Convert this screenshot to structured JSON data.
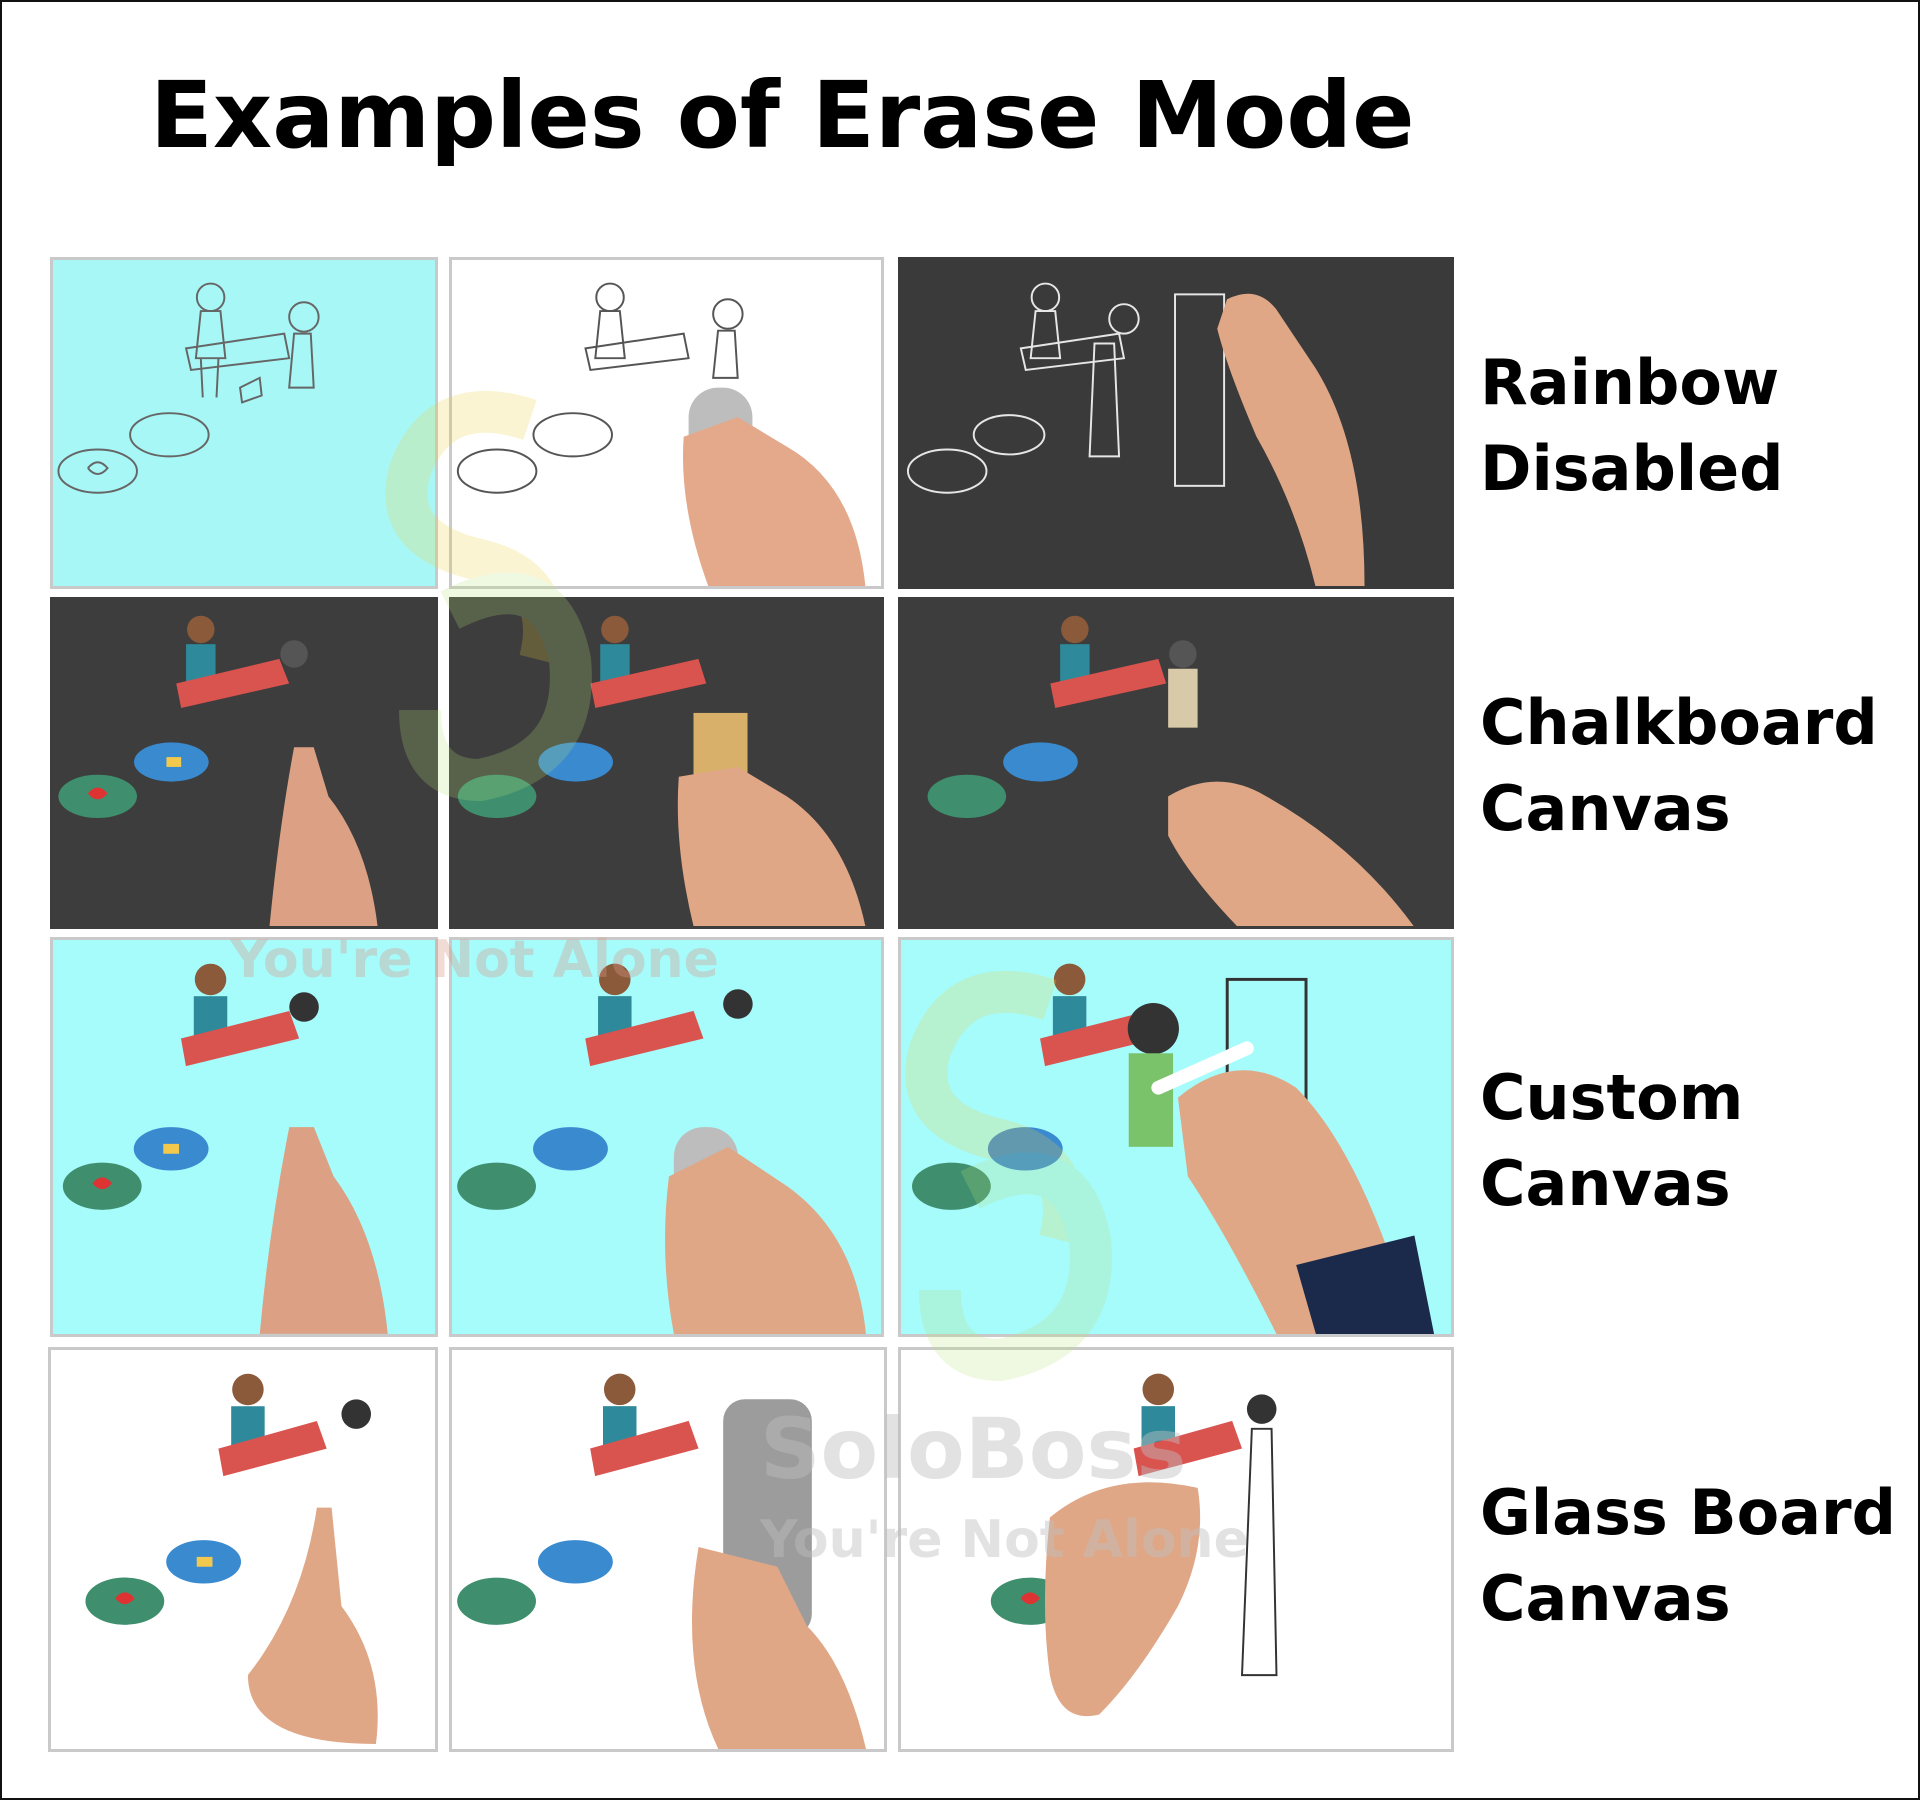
{
  "title": "Examples of Erase Mode",
  "rows": [
    {
      "label_line1": "Rainbow",
      "label_line2": "Disabled",
      "background": "#a8f7f7"
    },
    {
      "label_line1": "Chalkboard",
      "label_line2": "Canvas",
      "background": "#3d3d3d"
    },
    {
      "label_line1": "Custom",
      "label_line2": "Canvas",
      "background": "#a6fbfb"
    },
    {
      "label_line1": "Glass Board",
      "label_line2": "Canvas",
      "background": "#ffffff"
    }
  ],
  "watermark": {
    "text_1": "You're Not Alone",
    "text_2": "SoloBoss"
  }
}
